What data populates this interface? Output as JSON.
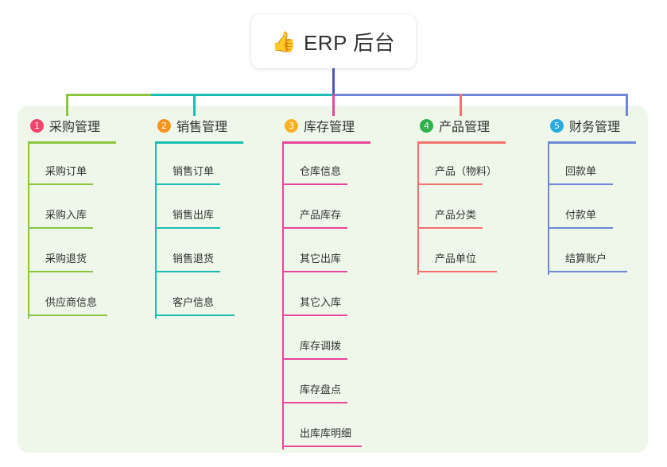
{
  "title": {
    "icon": "thumbs-up-icon",
    "emoji": "👍",
    "text": "ERP 后台"
  },
  "colors": {
    "panel_bg": "#eef7ea",
    "card_bg": "#ffffff",
    "trunk": "#4b55c0",
    "text": "#333333",
    "col1": "#8cc63f",
    "col1_badge": "#f4436c",
    "col2": "#19bdb4",
    "col2_badge": "#f7941e",
    "col3": "#e8459b",
    "col3_badge": "#f9b122",
    "col4": "#f4726e",
    "col4_badge": "#2eb34a",
    "col5": "#6e86d8",
    "col5_badge": "#29abe2"
  },
  "columns": [
    {
      "number": "1",
      "label": "采购管理",
      "accent": "#8cc63f",
      "badge_color": "#f4436c",
      "items": [
        {
          "label": "采购订单"
        },
        {
          "label": "采购入库"
        },
        {
          "label": "采购退货"
        },
        {
          "label": "供应商信息"
        }
      ]
    },
    {
      "number": "2",
      "label": "销售管理",
      "accent": "#19bdb4",
      "badge_color": "#f7941e",
      "items": [
        {
          "label": "销售订单"
        },
        {
          "label": "销售出库"
        },
        {
          "label": "销售退货"
        },
        {
          "label": "客户信息"
        }
      ]
    },
    {
      "number": "3",
      "label": "库存管理",
      "accent": "#e8459b",
      "badge_color": "#f9b122",
      "items": [
        {
          "label": "仓库信息"
        },
        {
          "label": "产品库存"
        },
        {
          "label": "其它出库"
        },
        {
          "label": "其它入库"
        },
        {
          "label": "库存调拨"
        },
        {
          "label": "库存盘点"
        },
        {
          "label": "出库库明细"
        }
      ]
    },
    {
      "number": "4",
      "label": "产品管理",
      "accent": "#f4726e",
      "badge_color": "#2eb34a",
      "items": [
        {
          "label": "产品（物料）"
        },
        {
          "label": "产品分类"
        },
        {
          "label": "产品单位"
        }
      ]
    },
    {
      "number": "5",
      "label": "财务管理",
      "accent": "#6e86d8",
      "badge_color": "#29abe2",
      "items": [
        {
          "label": "回款单"
        },
        {
          "label": "付款单"
        },
        {
          "label": "结算账户"
        }
      ]
    }
  ]
}
